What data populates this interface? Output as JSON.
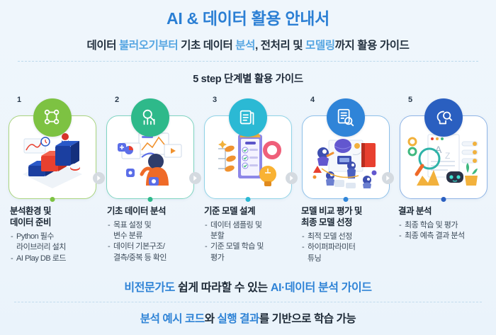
{
  "header": {
    "main_title": "AI & 데이터 활용 안내서",
    "subtitle_parts": [
      {
        "text": "데이터 ",
        "highlight": false
      },
      {
        "text": "불러오기부터",
        "highlight": true
      },
      {
        "text": " 기초 데이터 ",
        "highlight": false
      },
      {
        "text": "분석",
        "highlight": true
      },
      {
        "text": ", 전처리 및 ",
        "highlight": false
      },
      {
        "text": "모델링",
        "highlight": true
      },
      {
        "text": "까지 활용 가이드",
        "highlight": false
      }
    ]
  },
  "section": {
    "heading": "5 step 단계별 활용 가이드"
  },
  "steps": [
    {
      "number": "1",
      "badge_color": "#7dc242",
      "badge_icon": "network-data-icon",
      "border_color": "#a9d47e",
      "dot_color": "#7dc242",
      "title": "분석환경 및\n데이터 준비",
      "items": [
        "Python 필수\n라이브러리 설치",
        "AI Play DB 로드"
      ],
      "art": "isometric-blocks-chart"
    },
    {
      "number": "2",
      "badge_color": "#2eb98a",
      "badge_icon": "magnifier-bar-chart-icon",
      "border_color": "#7fd4c0",
      "dot_color": "#2eb98a",
      "title": "기초 데이터 분석",
      "items": [
        "목표 설정 및\n변수 분류",
        "데이터 기본구조/\n결측/중복 등 확인"
      ],
      "art": "person-dashboard"
    },
    {
      "number": "3",
      "badge_color": "#2bb9d4",
      "badge_icon": "documents-stack-icon",
      "border_color": "#8fd3e6",
      "dot_color": "#2bb9d4",
      "title": "기준 모델 설계",
      "items": [
        "데이터 샘플링 및\n분할",
        "기준 모델 학습 및\n평가"
      ],
      "art": "checklist-bulb"
    },
    {
      "number": "4",
      "badge_color": "#2f84d8",
      "badge_icon": "document-search-icon",
      "border_color": "#8ec0e9",
      "dot_color": "#2f84d8",
      "title": "모델 비교 평가 및\n최종 모델 선정",
      "items": [
        "최적 모델 선정",
        "하이퍼파라미터\n튜닝"
      ],
      "art": "team-robots"
    },
    {
      "number": "5",
      "badge_color": "#2a5fc0",
      "badge_icon": "brain-search-icon",
      "border_color": "#8fb4e5",
      "dot_color": "#2a5fc0",
      "title": "결과 분석",
      "items": [
        "최종 학습 및 평가",
        "최종 예측 결과 분석"
      ],
      "art": "analysis-robot"
    }
  ],
  "arrows": {
    "icon": "arrow-right-icon",
    "count": 4
  },
  "footer": {
    "line_parts": [
      {
        "text": "비전문가도",
        "highlight": true
      },
      {
        "text": " 쉽게 따라할 수 있는 ",
        "highlight": false
      },
      {
        "text": "AI·데이터 분석 가이드",
        "highlight": true
      }
    ],
    "banner_parts": [
      {
        "text": "분석 예시 코드",
        "highlight": true
      },
      {
        "text": "와 ",
        "highlight": false
      },
      {
        "text": "실행 결과",
        "highlight": true
      },
      {
        "text": "를 기반으로 학습 가능",
        "highlight": false
      }
    ]
  },
  "colors": {
    "title_blue": "#2b7fd4",
    "accent_blue": "#56a6e2",
    "background": "#eef5fb"
  }
}
